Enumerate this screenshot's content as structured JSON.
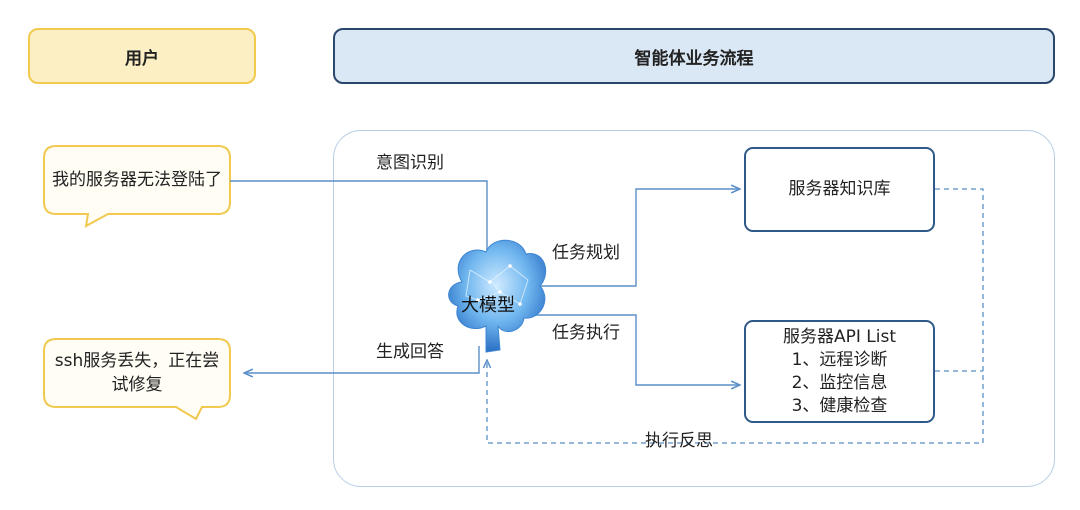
{
  "headers": {
    "user": "用户",
    "flow": "智能体业务流程"
  },
  "bubbles": {
    "user_message": "我的服务器无法登陆了",
    "reply_message": "ssh服务丢失，正在尝试修复"
  },
  "center": {
    "label": "大模型"
  },
  "edge_labels": {
    "intent": "意图识别",
    "generate": "生成回答",
    "plan": "任务规划",
    "execute": "任务执行",
    "reflect": "执行反思"
  },
  "knowledge_base": {
    "label": "服务器知识库"
  },
  "api_list": {
    "title": "服务器API List",
    "items": [
      "1、远程诊断",
      "2、监控信息",
      "3、健康检查"
    ]
  },
  "colors": {
    "line": "#5b8fc7",
    "user_fill": "#fdefc4",
    "user_border": "#f0c94e",
    "flow_fill": "#dae7f5",
    "flow_border": "#29476d",
    "box_border": "#2f5989"
  }
}
